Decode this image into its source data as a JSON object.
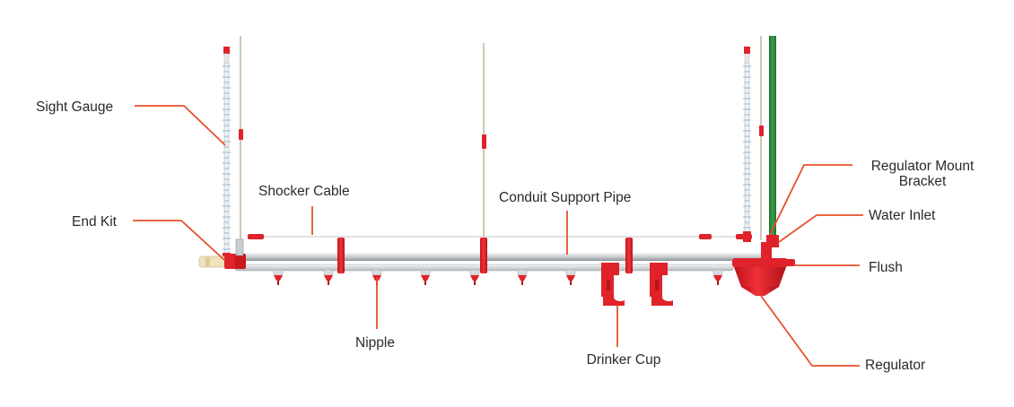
{
  "labels": {
    "sight_gauge": "Sight Gauge",
    "shocker_cable": "Shocker Cable",
    "conduit_support_pipe": "Conduit Support Pipe",
    "end_kit": "End Kit",
    "regulator_mount_bracket_line1": "Regulator Mount",
    "regulator_mount_bracket_line2": "Bracket",
    "water_inlet": "Water Inlet",
    "flush": "Flush",
    "nipple": "Nipple",
    "drinker_cup": "Drinker Cup",
    "regulator": "Regulator"
  },
  "colors": {
    "leader": "#e8502a",
    "red_part": "#e0222a",
    "red_dark": "#b5141b",
    "pipe": "#d4d7da",
    "pipe_dark": "#9ea3a8",
    "green_inlet": "#2e8b3a",
    "hanger": "#cfc7b4",
    "end_cap": "#efe2bd",
    "gauge_blue": "#9bb6cf",
    "text": "#2a2a2a"
  },
  "icons": {
    "nipple": "nipple-drinker-icon",
    "drinker_cup": "drinker-cup-icon",
    "regulator": "regulator-cone-icon"
  }
}
